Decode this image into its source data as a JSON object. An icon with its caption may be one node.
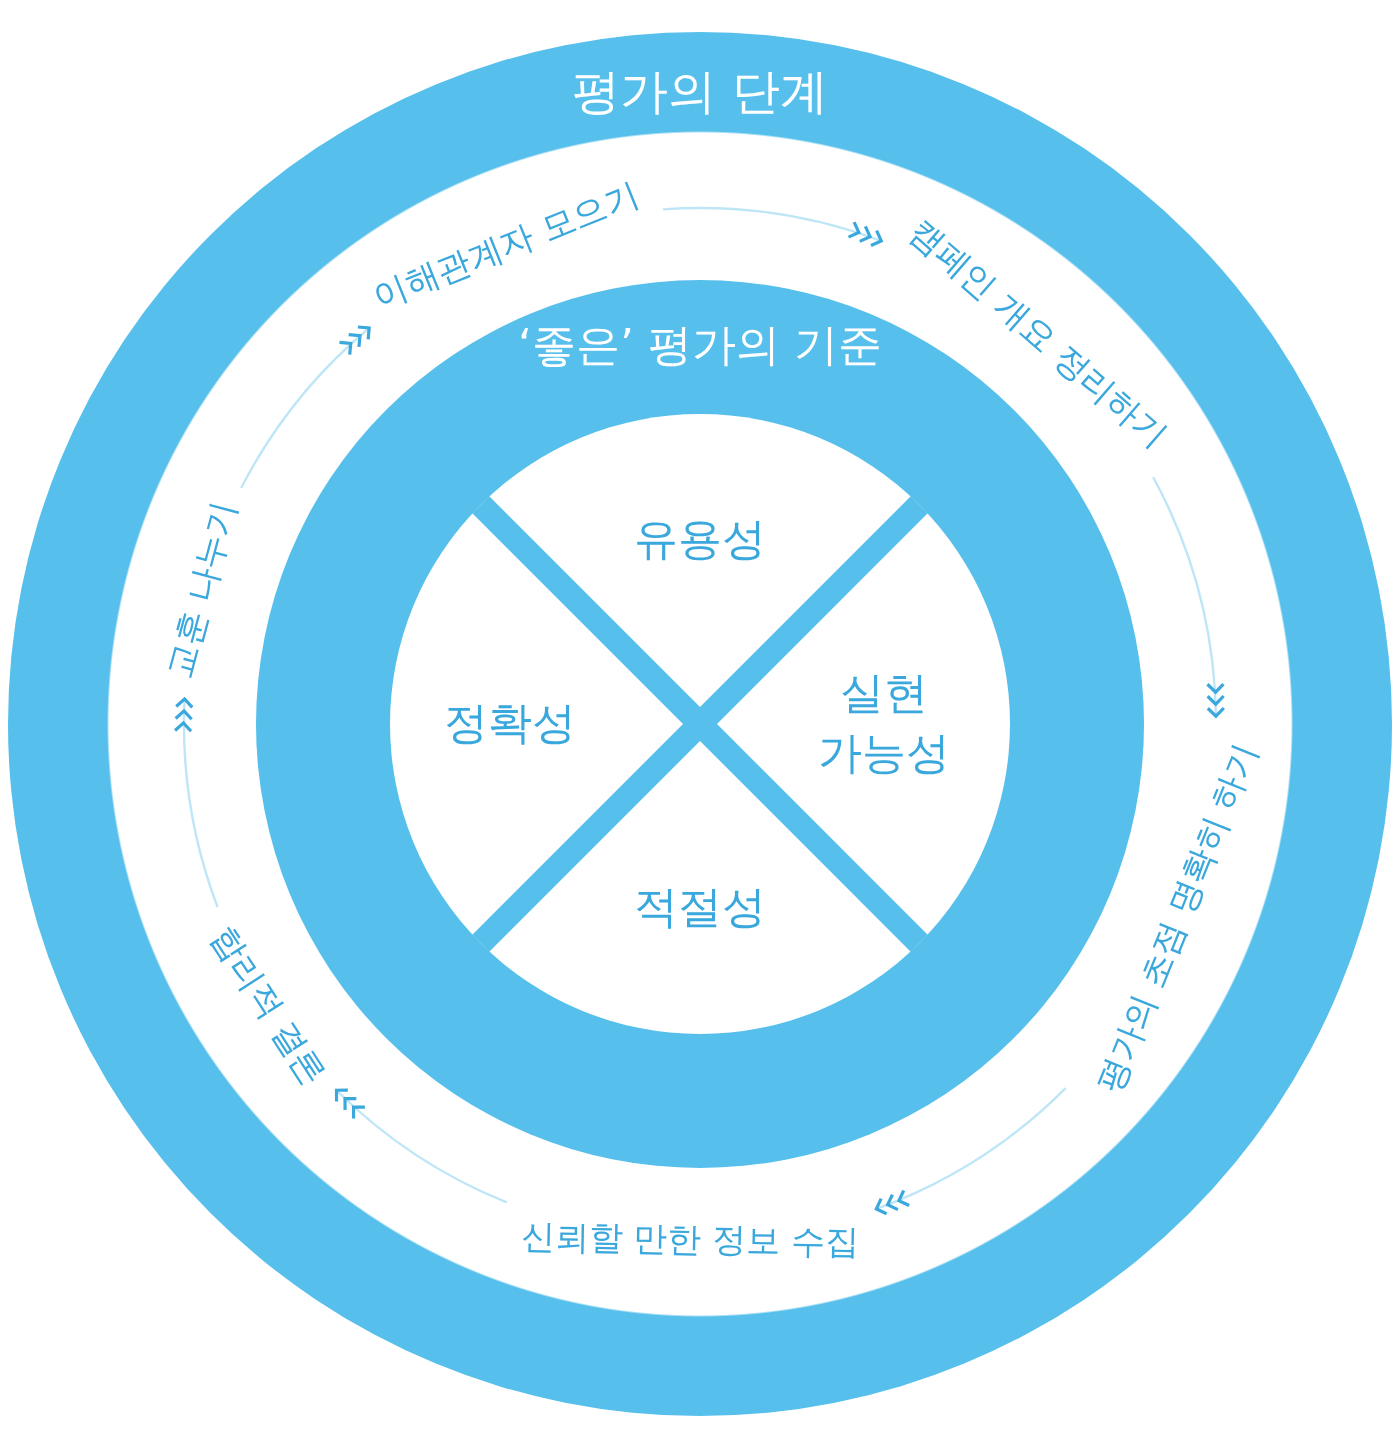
{
  "diagram": {
    "nodes": [
      {
        "text": [
          "평가의 단계"
        ]
      },
      {
        "text": [
          "이해관계자 모으기"
        ],
        "in": 0
      },
      {
        "text": [
          "캠페인 개요 정리하기"
        ],
        "in": 0
      },
      {
        "text": [
          "평가의 초점 명확히 하기"
        ],
        "in": 0
      },
      {
        "text": [
          "신뢰할 만한 정보 수집"
        ],
        "in": 0
      },
      {
        "text": [
          "합리적 결론"
        ],
        "in": 0
      },
      {
        "text": [
          "교훈 나누기"
        ],
        "in": 0
      },
      {
        "text": [
          "‘좋은’ 평가의 기준"
        ],
        "in": 0
      },
      {
        "text": [
          "유용성"
        ],
        "in": 7
      },
      {
        "text": [
          "정확성"
        ],
        "in": 7
      },
      {
        "text": [
          "실현 가능성"
        ],
        "in": 7
      },
      {
        "text": [
          "적절성"
        ],
        "in": 7
      }
    ],
    "edges": [
      {
        "from": 1,
        "to": 2,
        "arrow": "to"
      },
      {
        "from": 2,
        "to": 3,
        "arrow": "to"
      },
      {
        "from": 3,
        "to": 4,
        "arrow": "to"
      },
      {
        "from": 4,
        "to": 5,
        "arrow": "to"
      },
      {
        "from": 5,
        "to": 6,
        "arrow": "to"
      },
      {
        "from": 6,
        "to": 1,
        "arrow": "to"
      }
    ]
  }
}
